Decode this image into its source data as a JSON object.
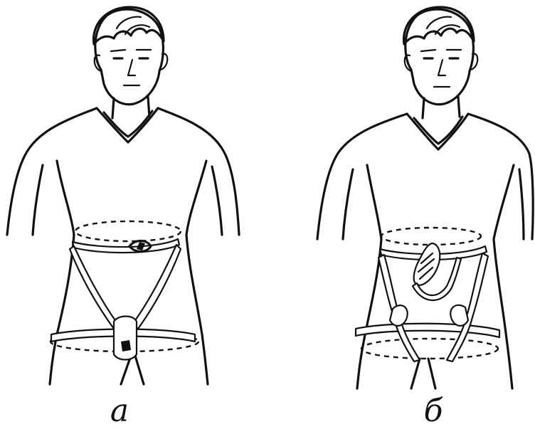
{
  "figure": {
    "panels": [
      {
        "id": "a",
        "caption": "а"
      },
      {
        "id": "b",
        "caption": "б"
      }
    ]
  }
}
